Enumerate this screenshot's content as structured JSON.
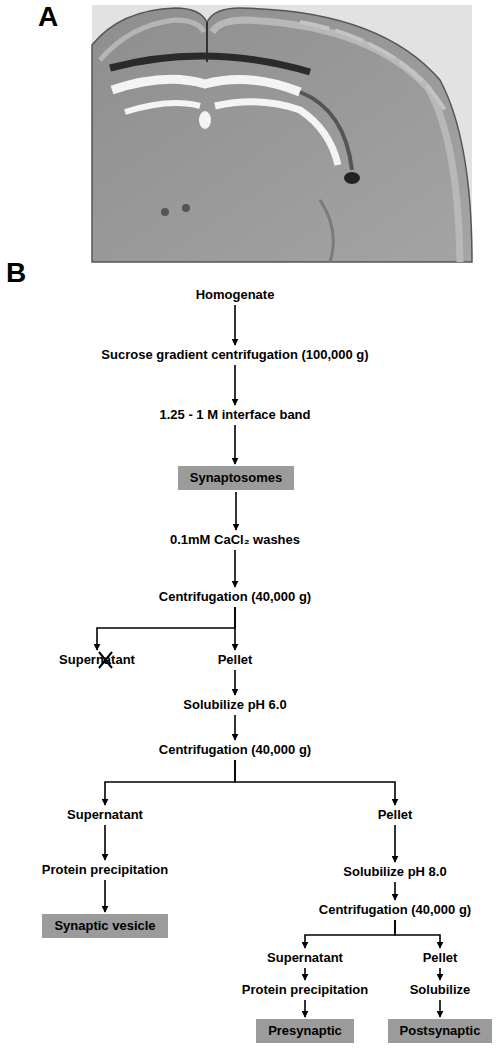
{
  "diagram": {
    "nodes": [
      {
        "text": [
          "Homogenate"
        ]
      },
      {
        "text": [
          "Sucrose gradient centrifugation (100,000 g)"
        ]
      },
      {
        "text": [
          "1.25 - 1 M interface band"
        ]
      },
      {
        "text": [
          "Synaptosomes"
        ]
      },
      {
        "text": [
          "0.1mM CaCl₂ washes"
        ]
      },
      {
        "text": [
          "Centrifugation (40,000 g)"
        ]
      },
      {
        "text": [
          "Supernatant"
        ]
      },
      {
        "text": [
          "Pellet"
        ]
      },
      {
        "text": [
          "Solubilize pH 6.0"
        ]
      },
      {
        "text": [
          "Centrifugation (40,000 g)"
        ]
      },
      {
        "text": [
          "Supernatant"
        ]
      },
      {
        "text": [
          "Pellet"
        ]
      },
      {
        "text": [
          "Protein precipitation"
        ]
      },
      {
        "text": [
          "Solubilize pH 8.0"
        ]
      },
      {
        "text": [
          "Synaptic vesicle"
        ]
      },
      {
        "text": [
          "Centrifugation (40,000 g)"
        ]
      },
      {
        "text": [
          "Supernatant"
        ]
      },
      {
        "text": [
          "Pellet"
        ]
      },
      {
        "text": [
          "Protein precipitation"
        ]
      },
      {
        "text": [
          "Solubilize"
        ]
      },
      {
        "text": [
          "Presynaptic"
        ]
      },
      {
        "text": [
          "Postsynaptic"
        ]
      }
    ],
    "edges": [
      {
        "from": 0,
        "to": 1,
        "arrow": "to"
      },
      {
        "from": 1,
        "to": 2,
        "arrow": "to"
      },
      {
        "from": 2,
        "to": 3,
        "arrow": "to"
      },
      {
        "from": 3,
        "to": 4,
        "arrow": "to"
      },
      {
        "from": 4,
        "to": 5,
        "arrow": "to"
      },
      {
        "from": 5,
        "to": 6,
        "arrow": "to"
      },
      {
        "from": 5,
        "to": 7,
        "arrow": "to"
      },
      {
        "from": 7,
        "to": 8,
        "arrow": "to"
      },
      {
        "from": 8,
        "to": 9,
        "arrow": "to"
      },
      {
        "from": 9,
        "to": 10,
        "arrow": "to"
      },
      {
        "from": 9,
        "to": 11,
        "arrow": "to"
      },
      {
        "from": 10,
        "to": 12,
        "arrow": "to"
      },
      {
        "from": 12,
        "to": 14,
        "arrow": "to"
      },
      {
        "from": 11,
        "to": 13,
        "arrow": "to"
      },
      {
        "from": 13,
        "to": 15,
        "arrow": "to"
      },
      {
        "from": 15,
        "to": 16,
        "arrow": "to"
      },
      {
        "from": 15,
        "to": 17,
        "arrow": "to"
      },
      {
        "from": 16,
        "to": 18,
        "arrow": "to"
      },
      {
        "from": 18,
        "to": 20,
        "arrow": "to"
      },
      {
        "from": 17,
        "to": 19,
        "arrow": "to"
      },
      {
        "from": 19,
        "to": 21,
        "arrow": "to"
      }
    ],
    "labels": [
      "A",
      "B"
    ]
  }
}
